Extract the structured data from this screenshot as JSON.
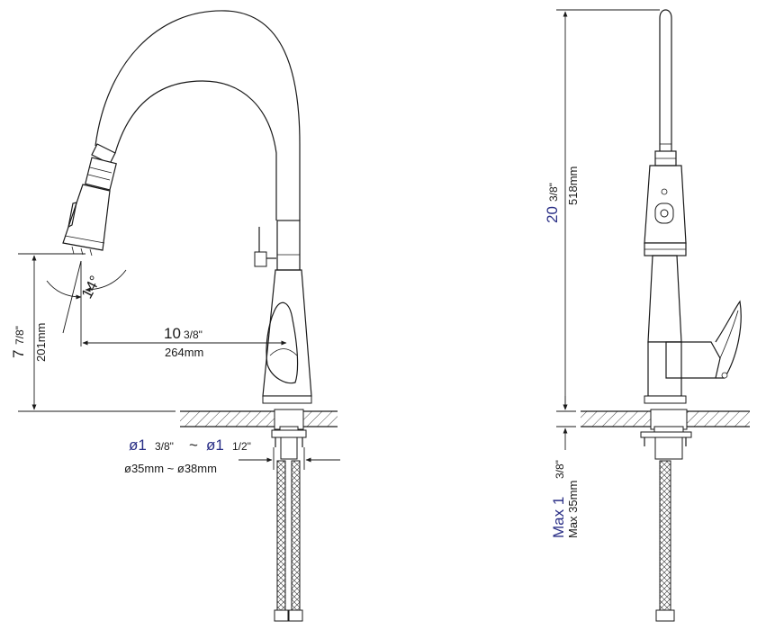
{
  "dimensions": {
    "height_left": {
      "main": "7",
      "frac": "7/8\"",
      "mm": "201mm"
    },
    "reach": {
      "main": "10",
      "frac": "3/8\"",
      "mm": "264mm"
    },
    "angle": "14°",
    "hole": {
      "a_main": "ø1",
      "a_frac": "3/8\"",
      "sep": "~",
      "b_main": "ø1",
      "b_frac": "1/2\"",
      "mm": "ø35mm ~ ø38mm"
    },
    "height_total": {
      "main": "20",
      "frac": "3/8\"",
      "mm": "518mm"
    },
    "deck": {
      "main": "Max 1",
      "frac": "3/8\"",
      "mm": "Max 35mm"
    }
  }
}
